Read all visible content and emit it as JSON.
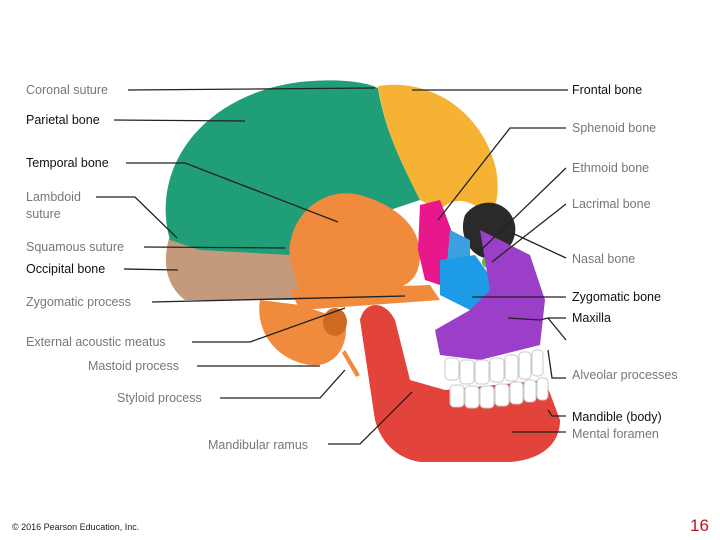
{
  "labels_left": [
    {
      "id": "coronal-suture",
      "text": "Coronal suture",
      "tone": "light"
    },
    {
      "id": "parietal-bone",
      "text": "Parietal bone",
      "tone": "bold"
    },
    {
      "id": "temporal-bone",
      "text": "Temporal bone",
      "tone": "bold"
    },
    {
      "id": "lambdoid-suture-1",
      "text": "Lambdoid",
      "tone": "light"
    },
    {
      "id": "lambdoid-suture-2",
      "text": "suture",
      "tone": "light"
    },
    {
      "id": "squamous-suture",
      "text": "Squamous suture",
      "tone": "light"
    },
    {
      "id": "occipital-bone",
      "text": "Occipital bone",
      "tone": "bold"
    },
    {
      "id": "zygomatic-process",
      "text": "Zygomatic process",
      "tone": "light"
    },
    {
      "id": "external-acoustic-meatus",
      "text": "External acoustic meatus",
      "tone": "light"
    },
    {
      "id": "mastoid-process",
      "text": "Mastoid process",
      "tone": "light"
    },
    {
      "id": "styloid-process",
      "text": "Styloid process",
      "tone": "light"
    },
    {
      "id": "mandibular-ramus",
      "text": "Mandibular ramus",
      "tone": "light"
    }
  ],
  "labels_right": [
    {
      "id": "frontal-bone",
      "text": "Frontal bone",
      "tone": "bold"
    },
    {
      "id": "sphenoid-bone",
      "text": "Sphenoid bone",
      "tone": "light"
    },
    {
      "id": "ethmoid-bone",
      "text": "Ethmoid bone",
      "tone": "light"
    },
    {
      "id": "lacrimal-bone",
      "text": "Lacrimal bone",
      "tone": "light"
    },
    {
      "id": "nasal-bone",
      "text": "Nasal bone",
      "tone": "light"
    },
    {
      "id": "zygomatic-bone",
      "text": "Zygomatic bone",
      "tone": "bold"
    },
    {
      "id": "maxilla",
      "text": "Maxilla",
      "tone": "bold"
    },
    {
      "id": "alveolar-processes",
      "text": "Alveolar processes",
      "tone": "light"
    },
    {
      "id": "mandible-body",
      "text": "Mandible (body)",
      "tone": "bold"
    },
    {
      "id": "mental-foramen",
      "text": "Mental foramen",
      "tone": "light"
    }
  ],
  "footer": {
    "copyright": "© 2016 Pearson Education, Inc.",
    "page_number": "16"
  },
  "colors": {
    "parietal": "#1f9e78",
    "frontal": "#f6b233",
    "temporal": "#f08a3c",
    "occipital": "#c49a7c",
    "sphenoid": "#e8178b",
    "ethmoid": "#6ab04c",
    "lacrimal": "#3aa0e0",
    "zygomatic": "#1e9be6",
    "maxilla": "#9b3fc8",
    "mandible": "#e2433a",
    "nasal": "#8e44ad",
    "page_number": "#c0141c"
  }
}
